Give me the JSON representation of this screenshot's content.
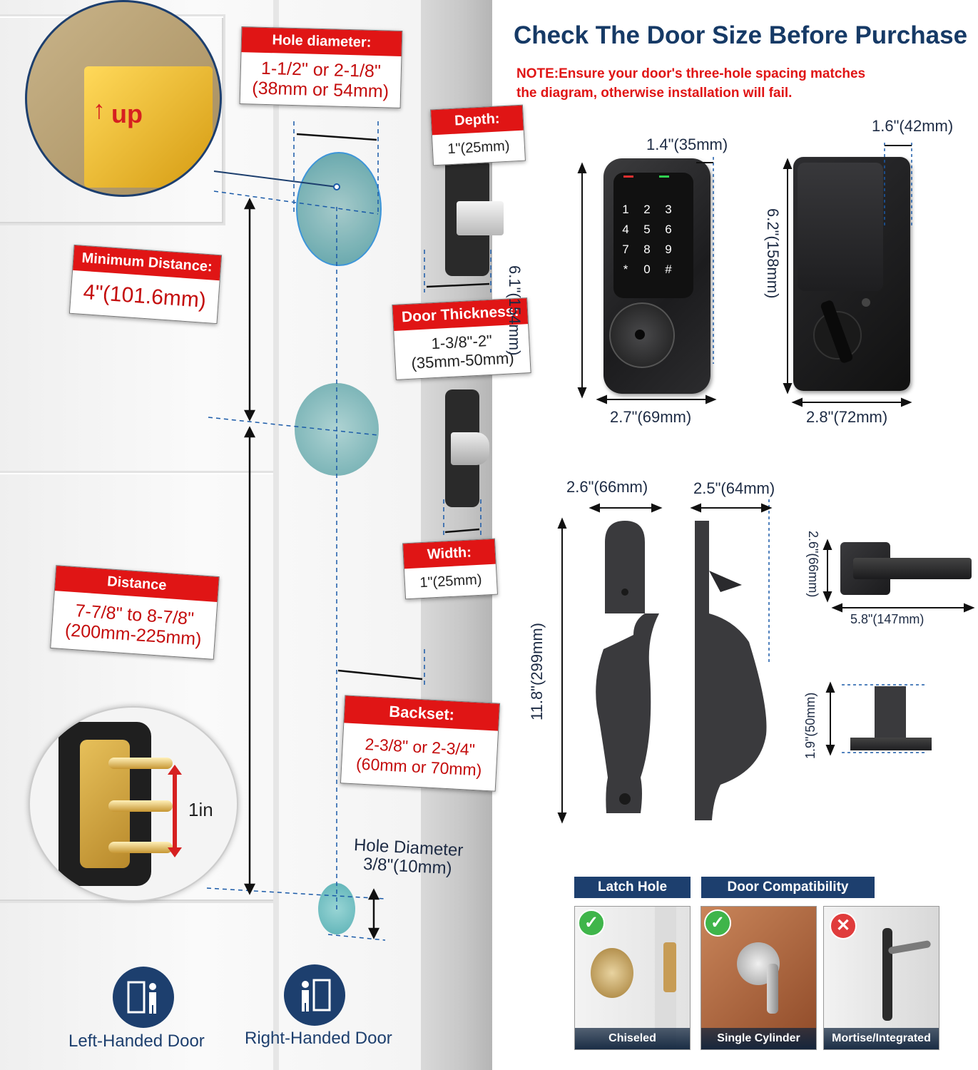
{
  "header": {
    "title": "Check The Door Size Before Purchase",
    "note_line1": "NOTE:Ensure your door's three-hole spacing matches",
    "note_line2": "the diagram, otherwise installation will fail."
  },
  "door_labels": {
    "hole_diameter": {
      "heading": "Hole diameter:",
      "line1": "1-1/2\" or 2-1/8\"",
      "line2": "(38mm or 54mm)"
    },
    "depth": {
      "heading": "Depth:",
      "value": "1\"(25mm)"
    },
    "minimum_distance": {
      "heading": "Minimum Distance:",
      "value": "4\"(101.6mm)"
    },
    "door_thickness": {
      "heading": "Door Thickness:",
      "line1": "1-3/8\"-2\"",
      "line2": "(35mm-50mm)"
    },
    "width": {
      "heading": "Width:",
      "value": "1\"(25mm)"
    },
    "distance": {
      "heading": "Distance",
      "line1": "7-7/8\" to 8-7/8\"",
      "line2": "(200mm-225mm)"
    },
    "backset": {
      "heading": "Backset:",
      "line1": "2-3/8\" or 2-3/4\"",
      "line2": "(60mm or 70mm)"
    },
    "small_hole": {
      "line1": "Hole Diameter",
      "line2": "3/8\"(10mm)"
    },
    "up_label": "up",
    "pin_spacing": "1in"
  },
  "keypad": {
    "keys": [
      "1",
      "2",
      "3",
      "4",
      "5",
      "6",
      "7",
      "8",
      "9",
      "*",
      "0",
      "#"
    ],
    "width": "2.7\"(69mm)",
    "height": "6.1\"(154mm)",
    "depth": "1.4\"(35mm)"
  },
  "interior": {
    "width": "2.8\"(72mm)",
    "height": "6.2\"(158mm)",
    "depth": "1.6\"(42mm)"
  },
  "handleset": {
    "width": "2.6\"(66mm)",
    "side_width": "2.5\"(64mm)",
    "height": "11.8\"(299mm)"
  },
  "lever": {
    "height": "2.6\"(66mm)",
    "length": "5.8\"(147mm)",
    "spindle": "1.9\"(50mm)"
  },
  "compatibility": {
    "latch_hole_title": "Latch Hole",
    "door_compat_title": "Door Compatibility",
    "items": [
      {
        "caption": "Chiseled",
        "ok": true
      },
      {
        "caption": "Single Cylinder",
        "ok": true
      },
      {
        "caption": "Mortise/Integrated",
        "ok": false
      }
    ]
  },
  "handedness": {
    "left": "Left-Handed Door",
    "right": "Right-Handed Door"
  },
  "colors": {
    "accent_red": "#e01515",
    "navy": "#1d3f6e",
    "dim_blue": "#1a5aa8"
  }
}
